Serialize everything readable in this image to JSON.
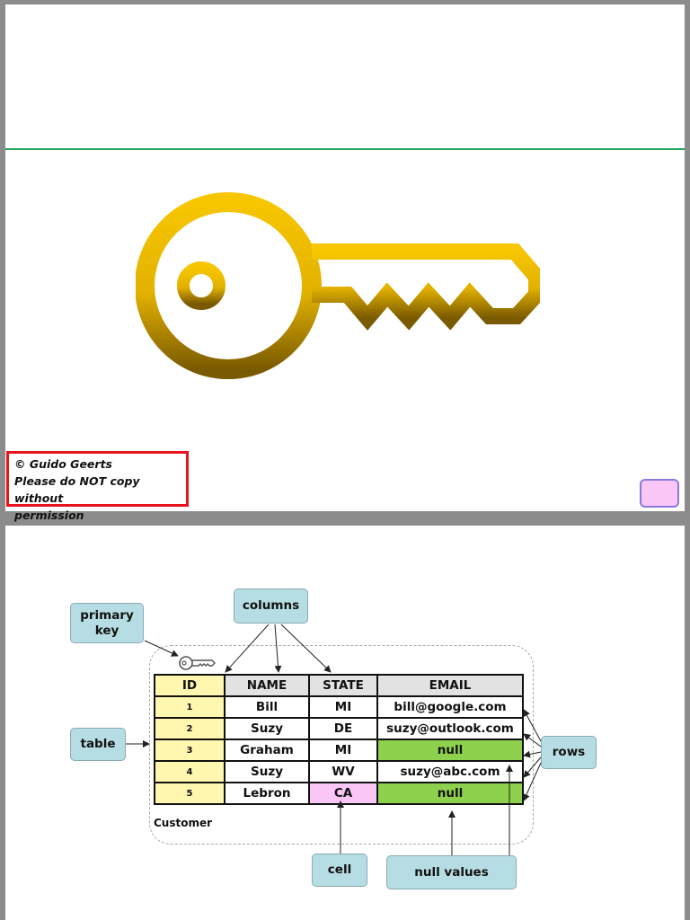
{
  "slide1": {
    "copyright_line1": "© Guido Geerts",
    "copyright_line2": "Please do NOT copy without",
    "copyright_line3": "permission",
    "colors": {
      "rule": "#1fa45a",
      "border": "#e8141c",
      "key_top": "#f5c400",
      "key_bottom": "#7a5a00",
      "pink_box": "#f9c6f6"
    }
  },
  "diagram": {
    "callouts": {
      "primary_key_line1": "primary",
      "primary_key_line2": "key",
      "columns": "columns",
      "table": "table",
      "rows": "rows",
      "cell": "cell",
      "null_values": "null values"
    },
    "table_name": "Customer",
    "headers": [
      "ID",
      "NAME",
      "STATE",
      "EMAIL"
    ],
    "rows": [
      {
        "id": "1",
        "name": "Bill",
        "state": "MI",
        "email": "bill@google.com"
      },
      {
        "id": "2",
        "name": "Suzy",
        "state": "DE",
        "email": "suzy@outlook.com"
      },
      {
        "id": "3",
        "name": "Graham",
        "state": "MI",
        "email": "null"
      },
      {
        "id": "4",
        "name": "Suzy",
        "state": "WV",
        "email": "suzy@abc.com"
      },
      {
        "id": "5",
        "name": "Lebron",
        "state": "CA",
        "email": "null"
      }
    ],
    "colors": {
      "callout": "#b7dde4",
      "id_column": "#fff6b0",
      "header": "#e2e2e2",
      "null": "#8ed14c",
      "cell": "#f9c6f6"
    }
  }
}
